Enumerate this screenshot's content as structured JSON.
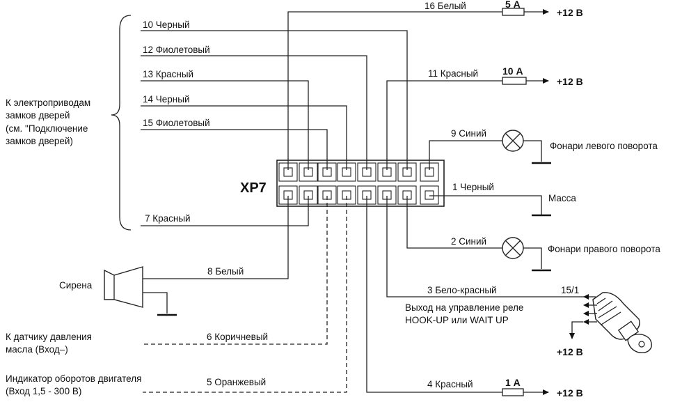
{
  "connector": {
    "name": "XP7"
  },
  "wires": {
    "w16": "16 Белый",
    "w10": "10 Черный",
    "w12": "12 Фиолетовый",
    "w11": "11 Красный",
    "w13": "13 Красный",
    "w14": "14 Черный",
    "w15": "15 Фиолетовый",
    "w9": "9 Синий",
    "w1": "1 Черный",
    "w7": "7 Красный",
    "w2": "2 Синий",
    "w8": "8 Белый",
    "w3": "3 Бело-красный",
    "w6": "6 Коричневый",
    "w5": "5 Оранжевый",
    "w4": "4 Красный"
  },
  "fuses": {
    "f5": "5 А",
    "f10": "10 А",
    "f1": "1 А"
  },
  "power": {
    "p1": "+12 В",
    "p2": "+12 В",
    "p3": "+12 В",
    "p4": "+12 В"
  },
  "labels": {
    "door_locks": [
      "К электроприводам",
      "замков дверей",
      "(см. \"Подключение",
      "замков дверей)"
    ],
    "left_turn": "Фонари левого поворота",
    "ground": "Масса",
    "right_turn": "Фонари правого поворота",
    "siren": "Сирена",
    "relay": [
      "Выход на управление реле",
      "HOOK-UP или WAIT UP"
    ],
    "ignition_contact": "15/1",
    "oil_sensor": [
      "К датчику давления",
      "масла (Вход–)"
    ],
    "rpm": [
      "Индикатор оборотов двигателя",
      "(Вход 1,5 - 300 В)"
    ]
  }
}
